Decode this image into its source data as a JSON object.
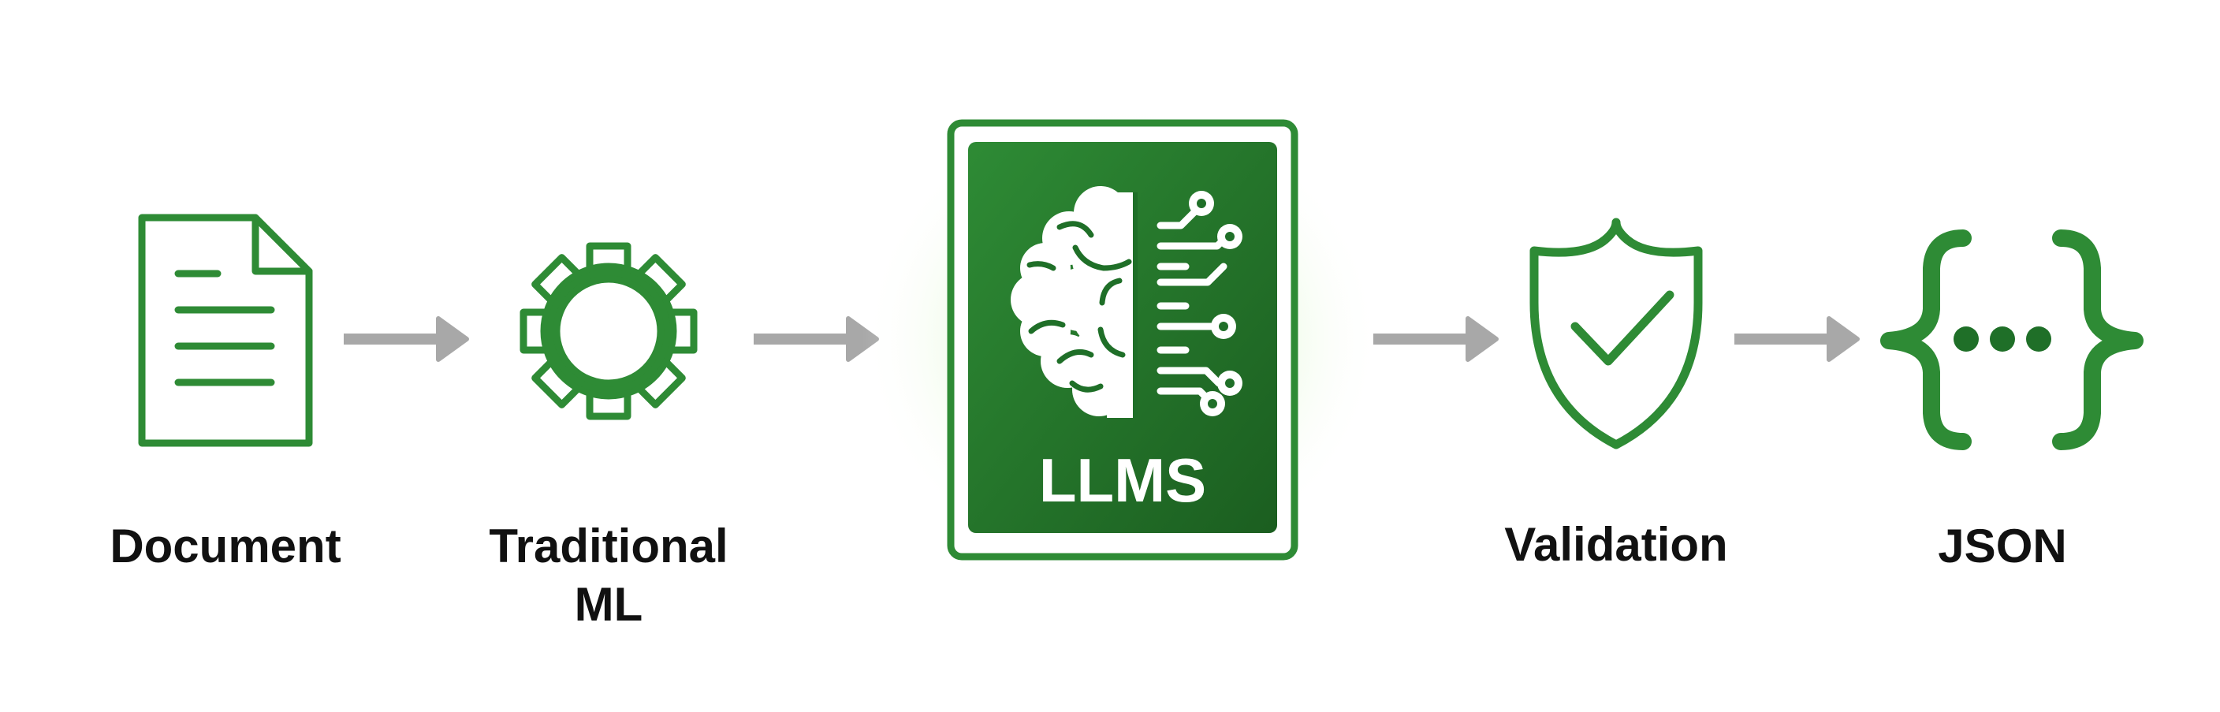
{
  "steps": {
    "document": {
      "label": "Document"
    },
    "traditional_ml": {
      "line1": "Traditional",
      "line2": "ML"
    },
    "llms": {
      "label": "LLMS"
    },
    "validation": {
      "label": "Validation"
    },
    "json": {
      "label": "JSON"
    }
  },
  "colors": {
    "primary_green": "#2e8b35",
    "dark_green": "#1b5e20",
    "glow_green": "#c9f0b0",
    "arrow_gray": "#a8a8a8",
    "text": "#111111"
  }
}
